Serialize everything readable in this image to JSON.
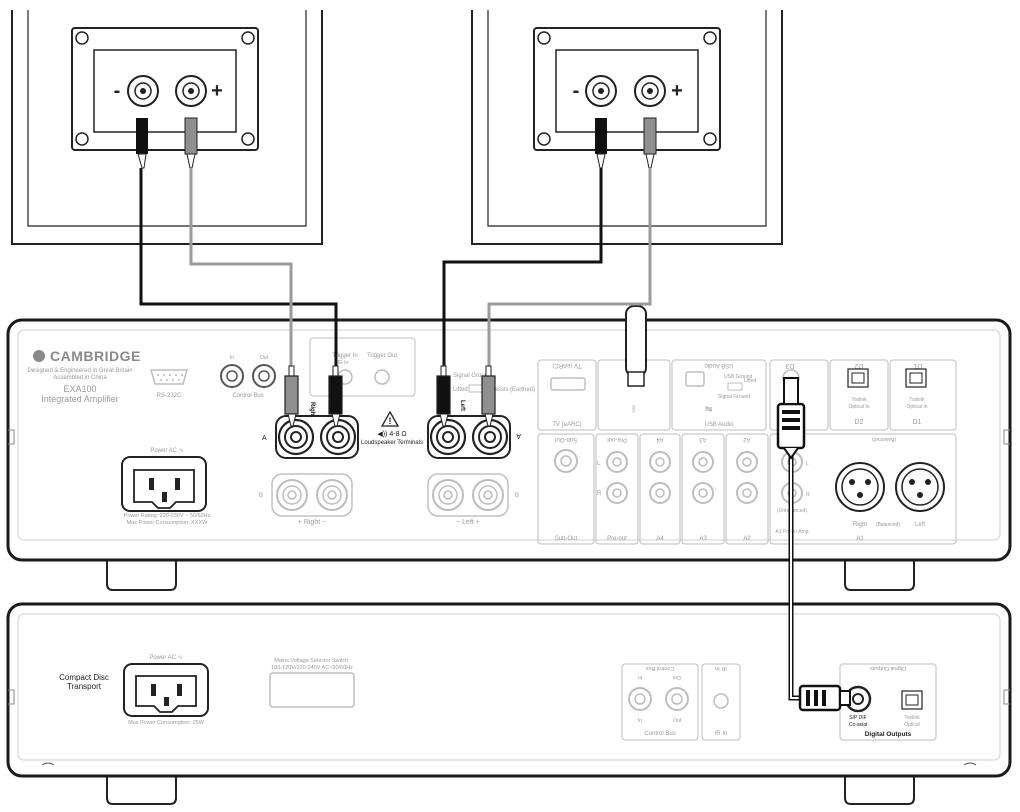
{
  "speakers": {
    "minus_symbol": "-",
    "plus_symbol": "+"
  },
  "amplifier": {
    "brand": "CAMBRIDGE",
    "made_line1": "Designed & Engineered in Great Britain",
    "made_line2": "Assembled in China",
    "model": "EXA100",
    "model_desc": "Integrated Amplifier",
    "rs232": "RS-232C",
    "control_bus": "Control Bus",
    "control_in": "In",
    "control_out": "Out",
    "trigger_in": "Trigger In",
    "trigger_in_sub": "IR In",
    "trigger_out": "Trigger Out",
    "signal_ground": "Signal Ground",
    "lifted": "Lifted",
    "earthed": "Chassis (Earthed)",
    "loudspeaker_ohms": "4-8 Ω",
    "loudspeaker_terminals": "Loudspeaker Terminals",
    "speaker_a": "A",
    "speaker_b": "B",
    "plug_right": "Right",
    "plug_left": "Left",
    "right_label": "+ Right −",
    "left_label": "− Left +",
    "power_ac": "Power AC ∿",
    "power_rating": "Power Rating: 220-230V ~ 50/60Hz",
    "max_power": "Max Power Consumption: XXXW",
    "tv_arc": "TV (eARC)",
    "usb_audio": "USB Audio",
    "usb_ground": "USB Ground",
    "usb_lifted": "Lifted",
    "usb_signal_ground": "Signal Ground",
    "d3": "D3",
    "d2": "D2",
    "d1": "D1",
    "toslink": "Toslink",
    "optical_in": "Optical In",
    "sub_out": "Sub-Out",
    "pre_out": "Pre-out",
    "a4": "A4",
    "a3": "A3",
    "a2": "A2",
    "a1": "A1",
    "pre_l": "L",
    "pre_r": "R",
    "xlr_right": "Right",
    "xlr_left": "Left",
    "balanced": "(Balanced)",
    "unbalanced": "(Unbalanced)",
    "a1_power_amp": "A1 Power Amp",
    "l_small": "L",
    "r_small": "R"
  },
  "transport": {
    "name_line1": "Compact Disc",
    "name_line2": "Transport",
    "power_ac": "Power AC ∿",
    "max_power": "Max Power Consumption: 25W",
    "mains_line1": "Mains Voltage Selector Switch:",
    "mains_line2": "100-120V/220-240V AC~50/60Hz",
    "control_bus": "Control Bus",
    "control_in": "In",
    "control_out": "Out",
    "ir_in": "IR In",
    "spdif": "S/P DIF",
    "coaxial": "Co-axial",
    "toslink": "Toslink",
    "optical": "Optical",
    "digital_outputs": "Digital Outputs"
  },
  "colors": {
    "negative_cable": "#111111",
    "positive_cable": "#9a9a9a",
    "chassis_outline": "#1a1a1a",
    "faded_detail": "#bdbdbd"
  }
}
